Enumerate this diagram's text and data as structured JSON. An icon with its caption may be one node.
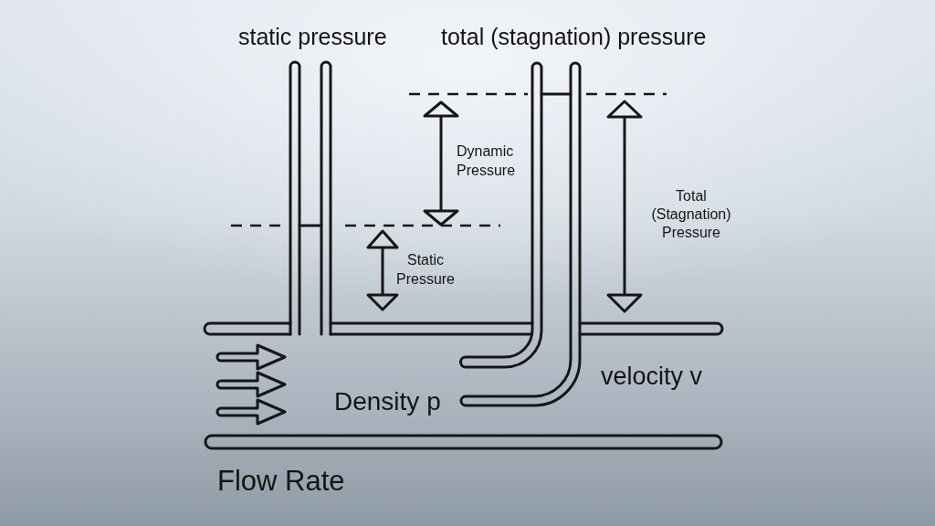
{
  "diagram": {
    "labels": [
      "static pressure",
      "total (stagnation) pressure",
      "Dynamic Pressure",
      "Total (Stagnation) Pressure",
      "Static Pressure",
      "velocity v",
      "Density p",
      "Flow Rate"
    ]
  }
}
